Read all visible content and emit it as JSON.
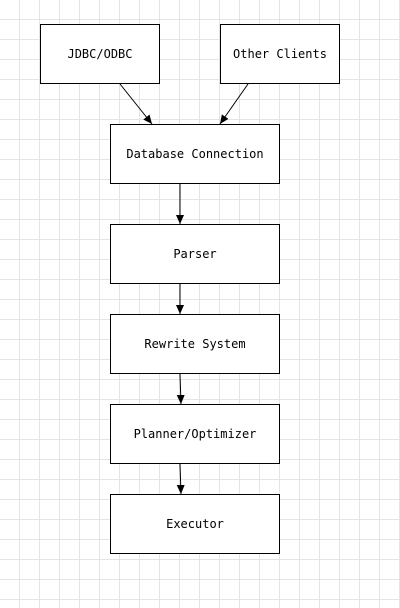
{
  "diagram": {
    "nodes": {
      "jdbc_odbc": "JDBC/ODBC",
      "other_clients": "Other Clients",
      "database_connection": "Database Connection",
      "parser": "Parser",
      "rewrite_system": "Rewrite System",
      "planner_optimizer": "Planner/Optimizer",
      "executor": "Executor"
    },
    "edges": [
      [
        "jdbc_odbc",
        "database_connection"
      ],
      [
        "other_clients",
        "database_connection"
      ],
      [
        "database_connection",
        "parser"
      ],
      [
        "parser",
        "rewrite_system"
      ],
      [
        "rewrite_system",
        "planner_optimizer"
      ],
      [
        "planner_optimizer",
        "executor"
      ]
    ],
    "colors": {
      "stroke": "#000000",
      "node_fill": "#ffffff",
      "grid": "#e4e4e4"
    }
  }
}
